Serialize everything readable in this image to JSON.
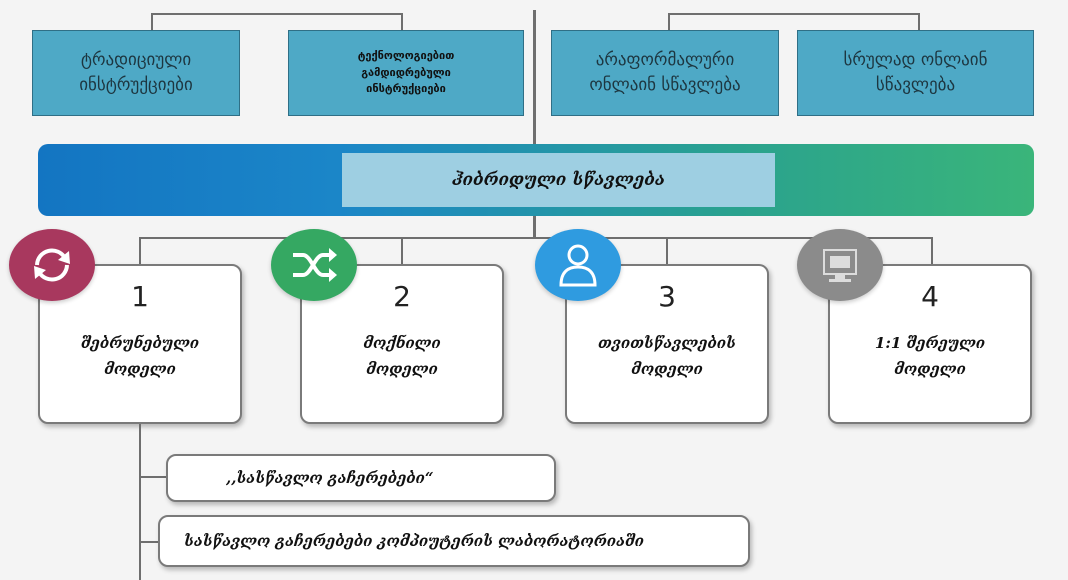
{
  "top_boxes": [
    {
      "label": "ტრადიციული\nინსტრუქციები"
    },
    {
      "label": "ტექნოლოგიებით\nგამდიდრებული\nინსტრუქციები"
    },
    {
      "label": "არაფორმალური\nონლაინ სწავლება"
    },
    {
      "label": "სრულად ონლაინ\nსწავლება"
    }
  ],
  "banner": {
    "label": "ჰიბრიდული სწავლება"
  },
  "models": [
    {
      "number": "1",
      "title": "შებრუნებული\nმოდელი",
      "icon": "rotate-arrows-icon",
      "color": "#a8385e"
    },
    {
      "number": "2",
      "title": "მოქნილი\nმოდელი",
      "icon": "shuffle-icon",
      "color": "#35a862"
    },
    {
      "number": "3",
      "title": "თვითსწავლების\nმოდელი",
      "icon": "user-icon",
      "color": "#2f9be0"
    },
    {
      "number": "4",
      "title": "1:1 შერეული\nმოდელი",
      "icon": "computer-icon",
      "color": "#8b8b8b"
    }
  ],
  "sub_items": [
    {
      "label": ",,სასწავლო გაჩერებები“"
    },
    {
      "label": "სასწავლო გაჩერებები კომპიუტერის ლაბორატორიაში"
    }
  ]
}
